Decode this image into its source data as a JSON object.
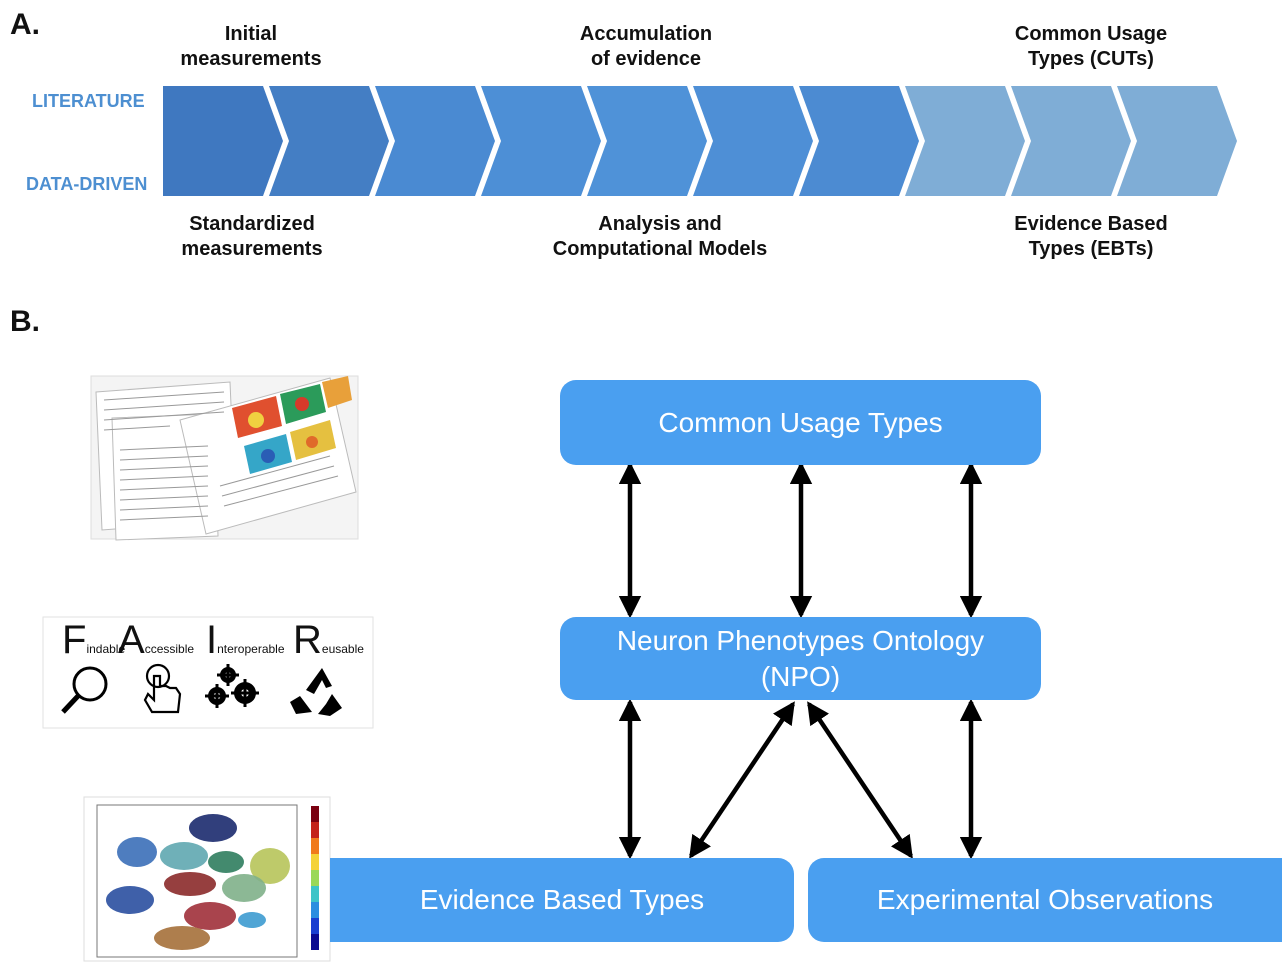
{
  "panel_a": {
    "label": "A.",
    "top_labels": {
      "initial": [
        "Initial",
        "measurements"
      ],
      "accumulation": [
        "Accumulation",
        "of evidence"
      ],
      "cuts": [
        "Common Usage",
        "Types (CUTs)"
      ]
    },
    "bottom_labels": {
      "standardized": [
        "Standardized",
        "measurements"
      ],
      "analysis": [
        "Analysis and",
        "Computational Models"
      ],
      "ebts": [
        "Evidence Based",
        "Types (EBTs)"
      ]
    },
    "side_labels": {
      "literature": "LITERATURE",
      "data_driven": "DATA-DRIVEN"
    },
    "chevron_colors": [
      "#3f78c0",
      "#447ec4",
      "#4a8ad2",
      "#4d8fd6",
      "#4f92d8",
      "#4e8fd6",
      "#4c8bd2",
      "#7fadd6",
      "#7fadd6",
      "#7fadd6"
    ]
  },
  "panel_b": {
    "label": "B.",
    "boxes": {
      "cut": "Common Usage Types",
      "npo": [
        "Neuron Phenotypes Ontology",
        "(NPO)"
      ],
      "ebt": "Evidence Based Types",
      "obs": "Experimental Observations"
    },
    "fair": {
      "f": {
        "letter": "F",
        "rest": "indable"
      },
      "a": {
        "letter": "A",
        "rest": "ccessible"
      },
      "i": {
        "letter": "I",
        "rest": "nteroperable"
      },
      "r": {
        "letter": "R",
        "rest": "eusable"
      },
      "icons": [
        "magnifier-icon",
        "pointing-hand-icon",
        "gears-icon",
        "recycle-icon"
      ]
    },
    "box_color": "#4a9ff0"
  }
}
